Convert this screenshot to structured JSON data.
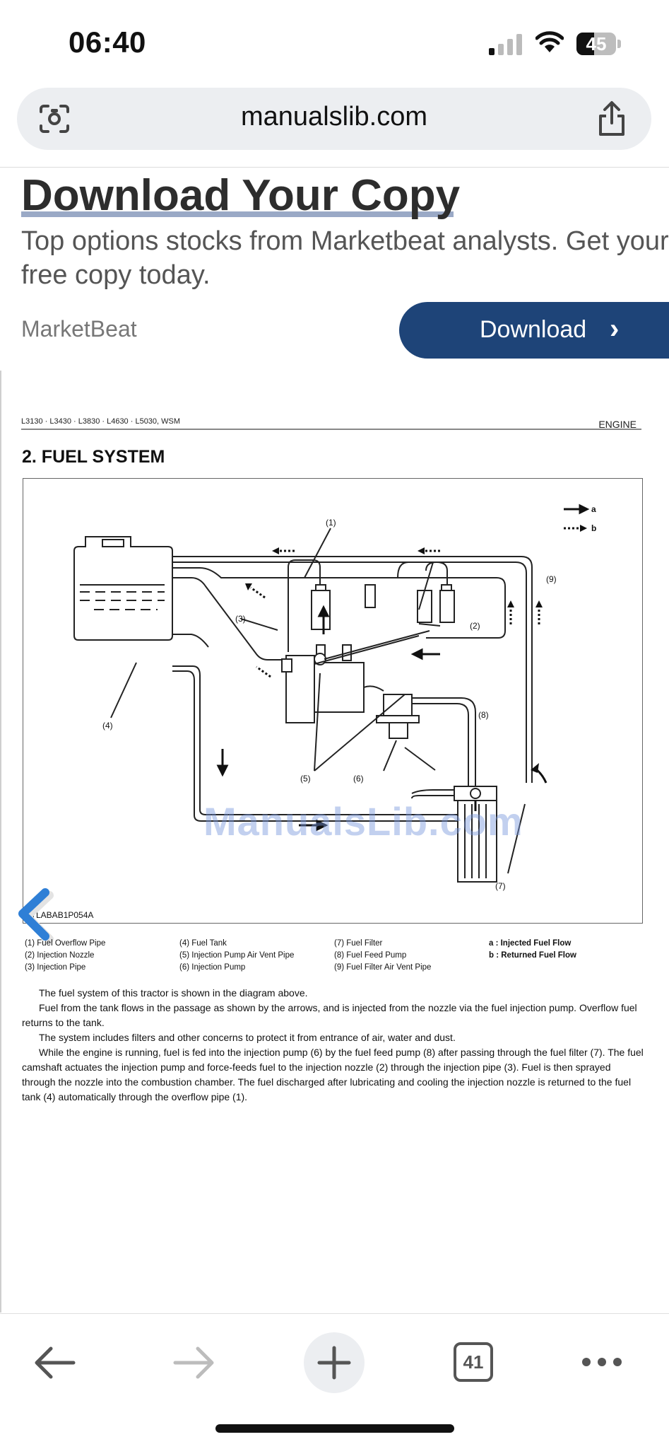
{
  "status": {
    "time": "06:40",
    "battery": "45",
    "battery_level": 0.45
  },
  "browser": {
    "address": "manualslib.com",
    "open_tabs": "41"
  },
  "ad": {
    "title": "Download Your Copy",
    "subtitle_line1": "Top options stocks from Marketbeat analysts. Get your",
    "subtitle_line2": "free copy today.",
    "brand": "MarketBeat",
    "button_label": "Download"
  },
  "manual": {
    "header_models": "L3130 · L3430 · L3830 · L4630 · L5030, WSM",
    "header_section": "ENGINE",
    "section_title": "2. FUEL SYSTEM",
    "figure_code": "3TLABAB1P054A",
    "watermark": "ManualsLib.com",
    "diagram": {
      "callouts": [
        "(1)",
        "(2)",
        "(3)",
        "(4)",
        "(5)",
        "(6)",
        "(7)",
        "(8)",
        "(9)"
      ],
      "flow_key_a": "a",
      "flow_key_b": "b"
    },
    "legend": {
      "col1": [
        "(1) Fuel Overflow Pipe",
        "(2) Injection Nozzle",
        "(3) Injection Pipe"
      ],
      "col2": [
        "(4) Fuel Tank",
        "(5) Injection Pump Air Vent Pipe",
        "(6) Injection Pump"
      ],
      "col3": [
        "(7) Fuel Filter",
        "(8) Fuel Feed Pump",
        "(9) Fuel Filter Air Vent Pipe"
      ],
      "col4": [
        "a : Injected Fuel Flow",
        "b : Returned Fuel Flow"
      ]
    },
    "paragraphs": [
      "The fuel system of this tractor is shown in the diagram above.",
      "Fuel from the tank flows in the passage as shown by the arrows, and is injected from the nozzle via the fuel injection pump. Overflow fuel returns to the tank.",
      "The system includes filters and other concerns to protect it from entrance of air, water and dust.",
      "While the engine is running, fuel is fed into the injection pump (6) by the fuel feed pump (8) after passing through the fuel filter (7). The fuel camshaft actuates the injection pump and force-feeds fuel to the injection nozzle (2) through the injection pipe (3). Fuel is then sprayed through the nozzle into the combustion chamber. The fuel discharged after lubricating and cooling the injection nozzle is returned to the fuel tank (4) automatically through the overflow pipe (1)."
    ]
  },
  "colors": {
    "ad_button": "#1e4478",
    "prev_arrow": "#2f7fd6",
    "watermark": "#7896dc"
  },
  "icons": {
    "lens": "lens-icon",
    "share": "share-icon",
    "back": "back-arrow-icon",
    "forward": "forward-arrow-icon",
    "new_tab": "plus-icon",
    "more": "more-dots-icon",
    "prev_page": "chevron-left-icon"
  }
}
